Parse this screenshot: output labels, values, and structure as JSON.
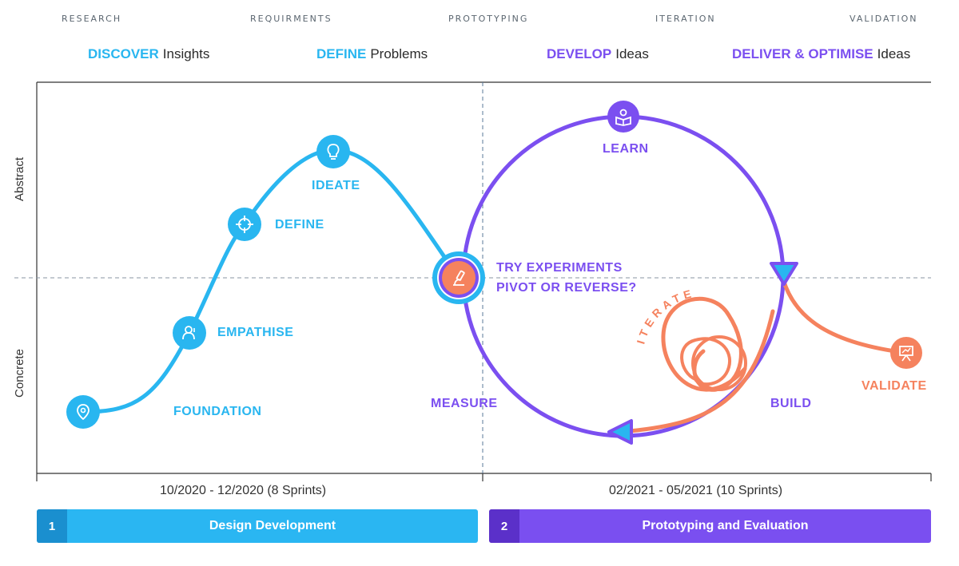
{
  "stages": [
    "RESEARCH",
    "REQUIRMENTS",
    "PROTOTYPING",
    "ITERATION",
    "VALIDATION"
  ],
  "phases": [
    {
      "key": "DISCOVER",
      "rest": "Insights",
      "color": "#29b6f0"
    },
    {
      "key": "DEFINE",
      "rest": "Problems",
      "color": "#29b6f0"
    },
    {
      "key": "DEVELOP",
      "rest": "Ideas",
      "color": "#7b4ff0"
    },
    {
      "key": "DELIVER & OPTIMISE",
      "rest": "Ideas",
      "color": "#7b4ff0"
    }
  ],
  "axis": {
    "top": "Abstract",
    "bottom": "Concrete"
  },
  "nodes": {
    "foundation": {
      "label": "FOUNDATION",
      "icon": "location-pin-icon"
    },
    "empathise": {
      "label": "EMPATHISE",
      "icon": "user-icon"
    },
    "define": {
      "label": "DEFINE",
      "icon": "crosshair-icon"
    },
    "ideate": {
      "label": "IDEATE",
      "icon": "lightbulb-icon"
    },
    "experiment": {
      "line1": "TRY EXPERIMENTS",
      "line2": "PIVOT OR REVERSE?",
      "icon": "microscope-icon"
    },
    "learn": {
      "label": "LEARN",
      "icon": "book-reader-icon"
    },
    "measure": {
      "label": "MEASURE"
    },
    "build": {
      "label": "BUILD"
    },
    "iterate": {
      "label": "ITERATE"
    },
    "validate": {
      "label": "VALIDATE",
      "icon": "presentation-icon"
    }
  },
  "timeline": {
    "sprint1": "10/2020 - 12/2020 (8 Sprints)",
    "sprint2": "02/2021 - 05/2021 (10 Sprints)"
  },
  "bars": [
    {
      "num": "1",
      "title": "Design Development"
    },
    {
      "num": "2",
      "title": "Prototyping and Evaluation"
    }
  ],
  "colors": {
    "blue": "#29b6f0",
    "purple": "#7b4ff0",
    "orange": "#f5825e"
  }
}
